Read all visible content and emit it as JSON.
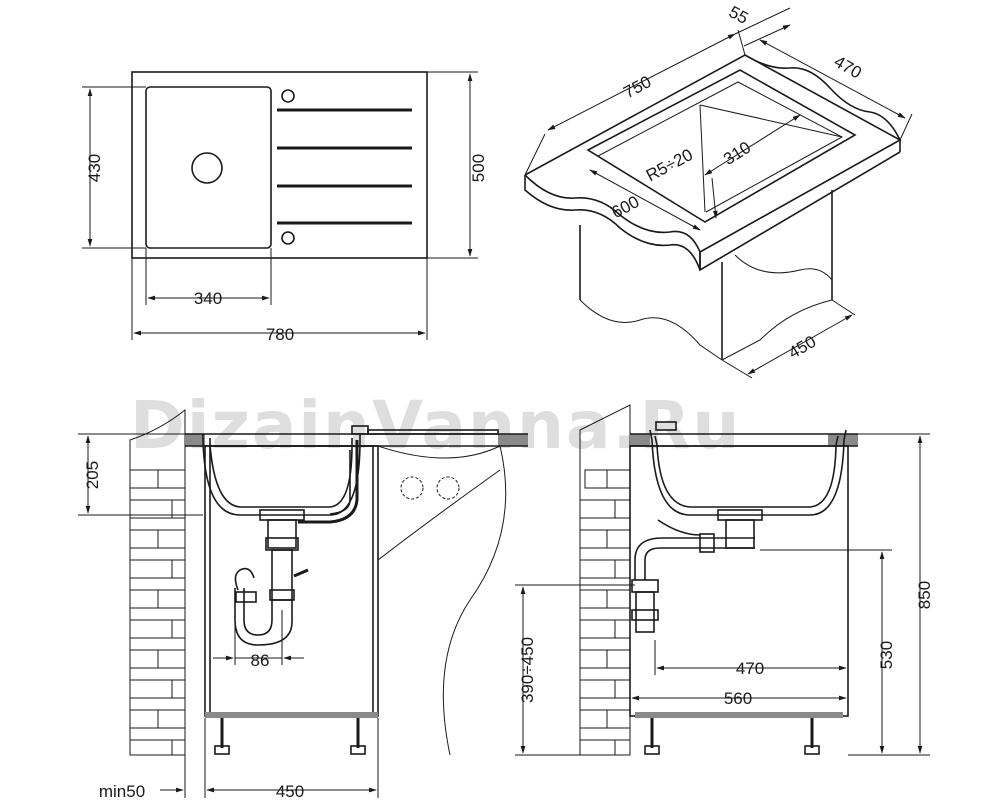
{
  "watermark": "DizainVanna.Ru",
  "top_view": {
    "overall_width": "780",
    "overall_height": "500",
    "bowl_width": "340",
    "bowl_height": "430"
  },
  "iso_view": {
    "length": "750",
    "depth": "470",
    "rim": "55",
    "bowl_depth": "310",
    "corner_radius": "R5÷20",
    "bowl_length": "600",
    "cabinet_depth": "450"
  },
  "front_section": {
    "bowl_depth": "205",
    "siphon_offset": "86",
    "wall_gap": "min50",
    "cabinet_width": "450"
  },
  "side_section": {
    "outlet_height": "390÷450",
    "inner_depth": "470",
    "cabinet_depth": "560",
    "rim_to_outlet": "530",
    "counter_height": "850"
  }
}
